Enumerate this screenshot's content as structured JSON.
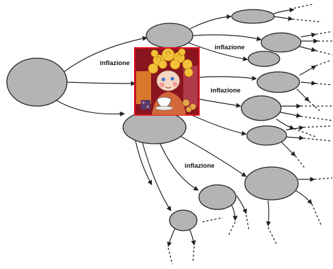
{
  "diagram": {
    "labels": [
      "inflazione",
      "inflazione",
      "inflazione",
      "inflazione"
    ],
    "illustration": "cartoon-girl-with-curly-hair-and-teacup",
    "colors": {
      "node_fill": "#b4b4b4",
      "node_stroke": "#222222",
      "arrow": "#222222",
      "frame": "#e0141e",
      "frame_bg": "#8a1420"
    }
  }
}
